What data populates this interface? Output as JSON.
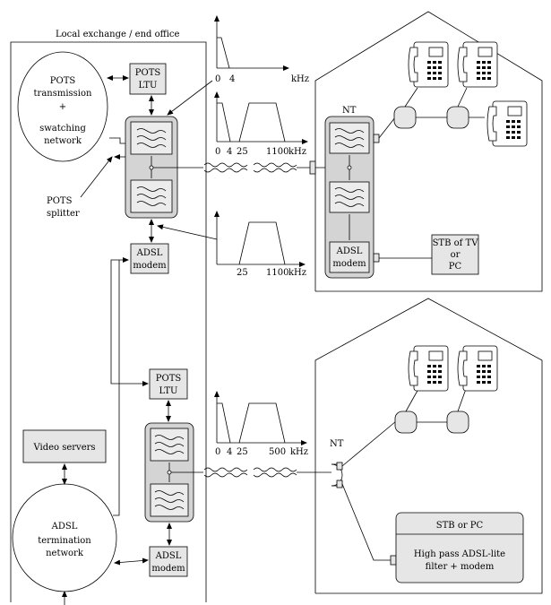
{
  "exchange": {
    "title": "Local exchange / end office",
    "pots_network": [
      "POTS",
      "transmission",
      "+",
      "swatching",
      "network"
    ],
    "pots_ltu_1": [
      "POTS",
      "LTU"
    ],
    "pots_splitter": [
      "POTS",
      "splitter"
    ],
    "adsl_modem_1": [
      "ADSL",
      "modem"
    ],
    "pots_ltu_2": [
      "POTS",
      "LTU"
    ],
    "video_servers": "Video servers",
    "adsl_term": [
      "ADSL",
      "termination",
      "network"
    ],
    "adsl_modem_2": [
      "ADSL",
      "modem"
    ]
  },
  "spectra": {
    "unit": "kHz",
    "s1_ticks": [
      "0",
      "4"
    ],
    "s2_ticks": [
      "0",
      "4",
      "25",
      "1100"
    ],
    "s3_ticks": [
      "25",
      "1100"
    ],
    "s4_ticks": [
      "0",
      "4",
      "25",
      "500"
    ]
  },
  "house1": {
    "nt": "NT",
    "adsl_modem": [
      "ADSL",
      "modem"
    ],
    "stb": [
      "STB of TV",
      "or",
      "PC"
    ]
  },
  "house2": {
    "nt": "NT",
    "stb_title": "STB or PC",
    "stb_desc": [
      "High pass ADSL-lite",
      "filter + modem"
    ]
  }
}
